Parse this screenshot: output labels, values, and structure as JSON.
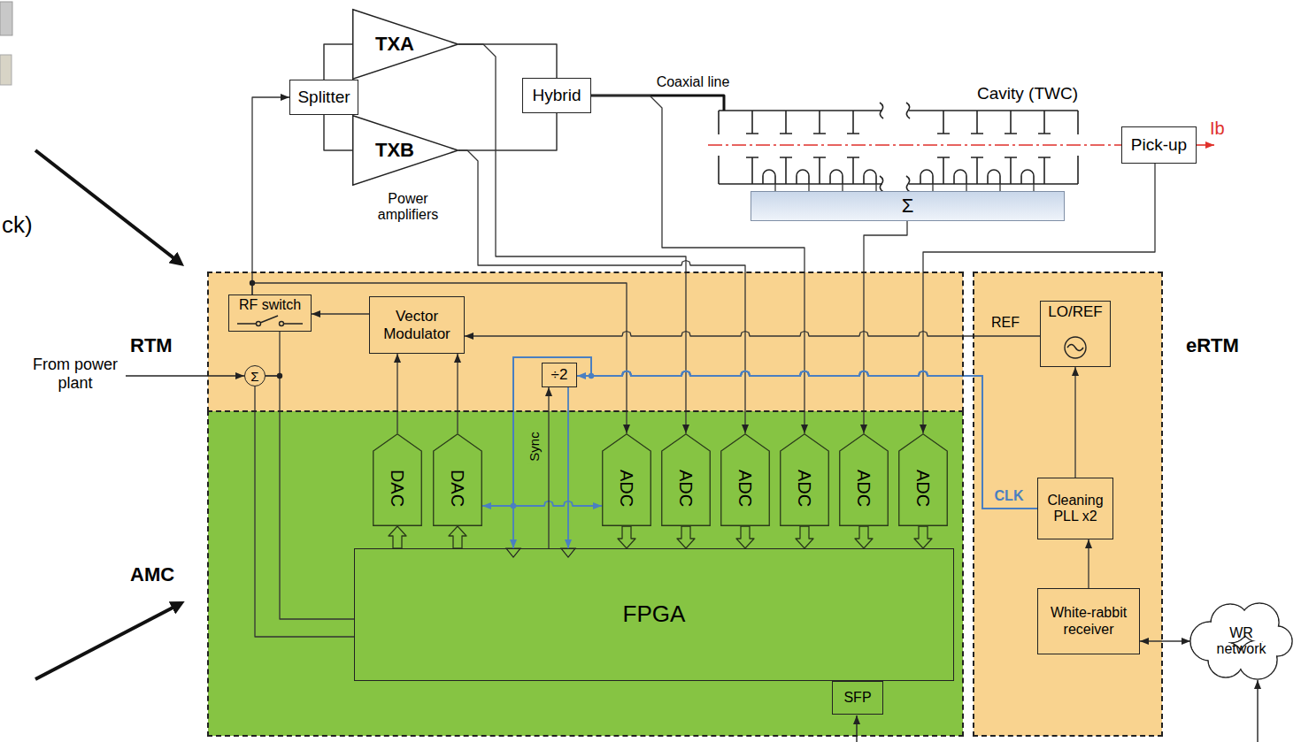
{
  "diagram": {
    "nodes": [
      {
        "text": [
          "Splitter"
        ]
      },
      {
        "text": [
          "TXA"
        ]
      },
      {
        "text": [
          "TXB"
        ]
      },
      {
        "text": [
          "Hybrid"
        ]
      },
      {
        "text": [
          "Cavity (TWC)"
        ]
      },
      {
        "text": [
          "Σ"
        ]
      },
      {
        "text": [
          "Pick-up"
        ]
      },
      {
        "text": [
          "RTM"
        ]
      },
      {
        "text": [
          "RF switch"
        ],
        "in": 7
      },
      {
        "text": [
          "Σ"
        ],
        "in": 7
      },
      {
        "text": [
          "Vector Modulator"
        ],
        "in": 7
      },
      {
        "text": [
          "÷2"
        ],
        "in": 7
      },
      {
        "text": [
          "eRTM"
        ]
      },
      {
        "text": [
          "LO/REF"
        ],
        "in": 12
      },
      {
        "text": [
          "Cleaning PLL x2"
        ],
        "in": 12
      },
      {
        "text": [
          "White-rabbit receiver"
        ],
        "in": 12
      },
      {
        "text": [
          "AMC"
        ]
      },
      {
        "text": [
          "DAC"
        ],
        "in": 16
      },
      {
        "text": [
          "DAC"
        ],
        "in": 16
      },
      {
        "text": [
          "ADC"
        ],
        "in": 16
      },
      {
        "text": [
          "ADC"
        ],
        "in": 16
      },
      {
        "text": [
          "ADC"
        ],
        "in": 16
      },
      {
        "text": [
          "ADC"
        ],
        "in": 16
      },
      {
        "text": [
          "ADC"
        ],
        "in": 16
      },
      {
        "text": [
          "ADC"
        ],
        "in": 16
      },
      {
        "text": [
          "FPGA"
        ],
        "in": 16
      },
      {
        "text": [
          "SFP"
        ],
        "in": 16
      },
      {
        "text": [
          "WR network"
        ]
      }
    ],
    "edges": [
      {
        "from": 0,
        "to": 1,
        "arrow": "none"
      },
      {
        "from": 0,
        "to": 2,
        "arrow": "none"
      },
      {
        "from": 1,
        "to": 3,
        "arrow": "none"
      },
      {
        "from": 2,
        "to": 3,
        "arrow": "none"
      },
      {
        "from": 3,
        "to": 4,
        "label": "Coaxial line",
        "arrow": "none"
      },
      {
        "from": 4,
        "to": 5,
        "arrow": "none"
      },
      {
        "from": 4,
        "to": 5,
        "arrow": "none"
      },
      {
        "from": 4,
        "to": 5,
        "arrow": "none"
      },
      {
        "from": 4,
        "to": 5,
        "arrow": "none"
      },
      {
        "from": 4,
        "to": 5,
        "arrow": "none"
      },
      {
        "from": 4,
        "to": 5,
        "arrow": "none"
      },
      {
        "from": 4,
        "to": 5,
        "arrow": "none"
      },
      {
        "from": 4,
        "to": 5,
        "arrow": "none"
      },
      {
        "from": 8,
        "to": 0,
        "arrow": "to"
      },
      {
        "from": 10,
        "to": 8,
        "arrow": "to"
      },
      {
        "from": 9,
        "to": 8,
        "arrow": "none"
      },
      {
        "from": 9,
        "to": 25,
        "arrow": "none"
      },
      {
        "from": 25,
        "to": 9,
        "arrow": "none"
      },
      {
        "from": 17,
        "to": 10,
        "arrow": "to"
      },
      {
        "from": 18,
        "to": 10,
        "arrow": "to"
      },
      {
        "from": 25,
        "to": 17,
        "arrow": "to"
      },
      {
        "from": 25,
        "to": 18,
        "arrow": "to"
      },
      {
        "from": 19,
        "to": 25,
        "arrow": "to"
      },
      {
        "from": 20,
        "to": 25,
        "arrow": "to"
      },
      {
        "from": 21,
        "to": 25,
        "arrow": "to"
      },
      {
        "from": 22,
        "to": 25,
        "arrow": "to"
      },
      {
        "from": 23,
        "to": 25,
        "arrow": "to"
      },
      {
        "from": 24,
        "to": 25,
        "arrow": "to"
      },
      {
        "from": 8,
        "to": 19,
        "arrow": "to"
      },
      {
        "from": 1,
        "to": 20,
        "arrow": "to"
      },
      {
        "from": 2,
        "to": 21,
        "arrow": "to"
      },
      {
        "from": 3,
        "to": 22,
        "arrow": "to"
      },
      {
        "from": 5,
        "to": 23,
        "arrow": "to"
      },
      {
        "from": 6,
        "to": 24,
        "arrow": "to"
      },
      {
        "from": 13,
        "to": 10,
        "label": "REF",
        "arrow": "to"
      },
      {
        "from": 14,
        "to": 11,
        "label": "CLK",
        "arrow": "to"
      },
      {
        "from": 14,
        "to": 25,
        "arrow": "to"
      },
      {
        "from": 14,
        "to": 18,
        "arrow": "to"
      },
      {
        "from": 14,
        "to": 19,
        "arrow": "to"
      },
      {
        "from": 11,
        "to": 25,
        "arrow": "to"
      },
      {
        "from": 25,
        "to": 11,
        "label": "Sync",
        "arrow": "to"
      },
      {
        "from": 15,
        "to": 14,
        "arrow": "to"
      },
      {
        "from": 14,
        "to": 13,
        "arrow": "to"
      },
      {
        "from": 15,
        "to": 27,
        "arrow": "both"
      }
    ],
    "labels": [
      "ck)",
      "Ib",
      "Power amplifiers",
      "From power plant"
    ]
  }
}
